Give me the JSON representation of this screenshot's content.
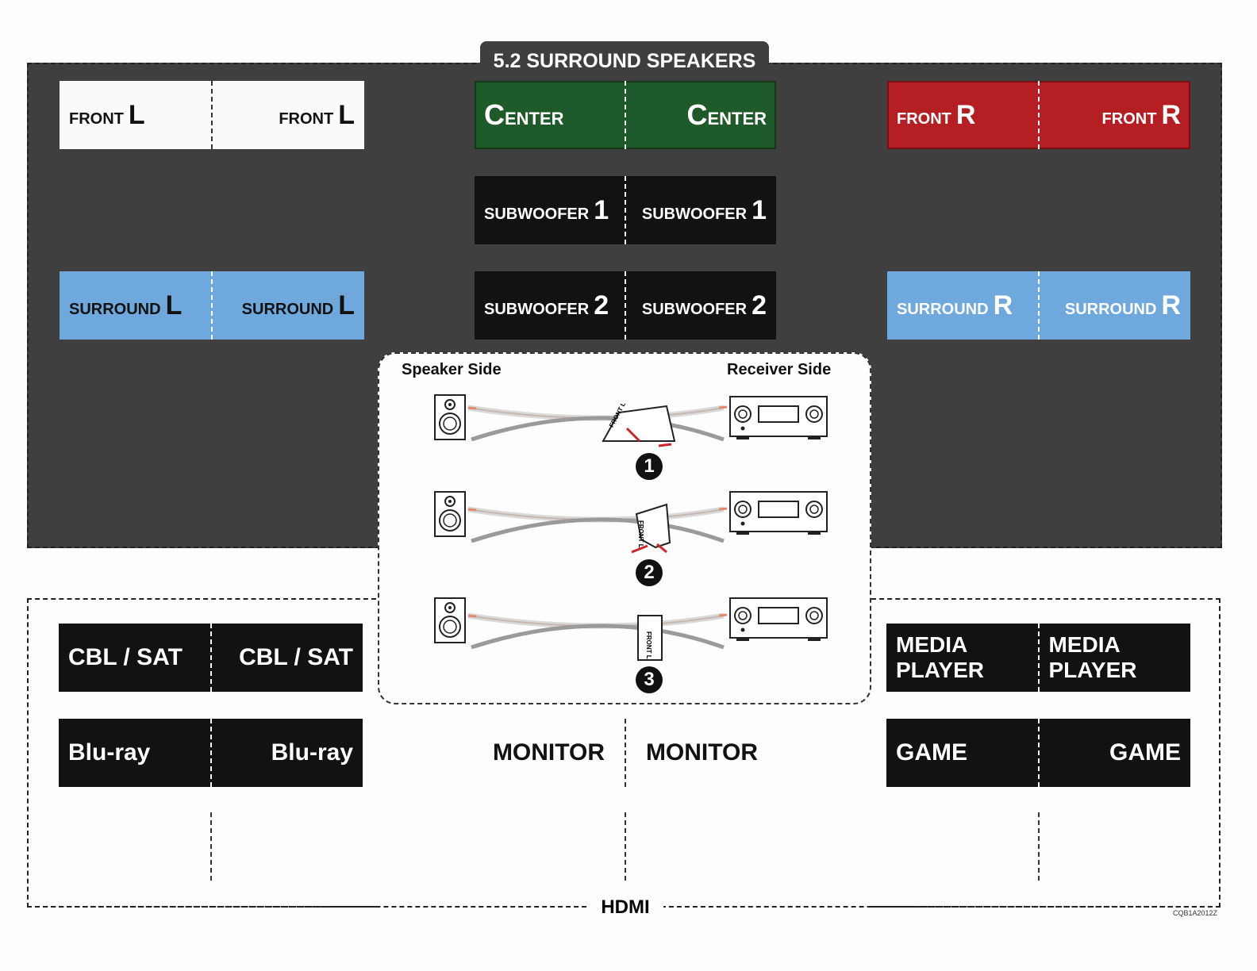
{
  "title": "5.2 SURROUND SPEAKERS",
  "speaker_labels": {
    "front_left": {
      "small": "FRONT",
      "large": "L"
    },
    "center": {
      "small": "ENTER",
      "large": "C"
    },
    "front_right": {
      "small": "FRONT",
      "large": "R"
    },
    "subwoofer1": {
      "small": "SUBWOOFER",
      "large": "1"
    },
    "subwoofer2": {
      "small": "SUBWOOFER",
      "large": "2"
    },
    "surround_left": {
      "small": "SURROUND",
      "large": "L"
    },
    "surround_right": {
      "small": "SURROUND",
      "large": "R"
    }
  },
  "diagram": {
    "speaker_side": "Speaker Side",
    "receiver_side": "Receiver Side",
    "steps": [
      "1",
      "2",
      "3"
    ],
    "tag_text": "FRONT L"
  },
  "hdmi_labels": {
    "cbl_sat": "CBL / SAT",
    "bluray": "Blu-ray",
    "media_player": "MEDIA PLAYER",
    "game": "GAME",
    "monitor": "MONITOR"
  },
  "hdmi_group_label": "HDMI",
  "doc_code": "CQB1A2012Z",
  "colors": {
    "panel": "#3f3f3f",
    "center": "#1f5a2a",
    "front_right": "#b51e22",
    "surround": "#6fa8dc",
    "black_label": "#121212"
  }
}
